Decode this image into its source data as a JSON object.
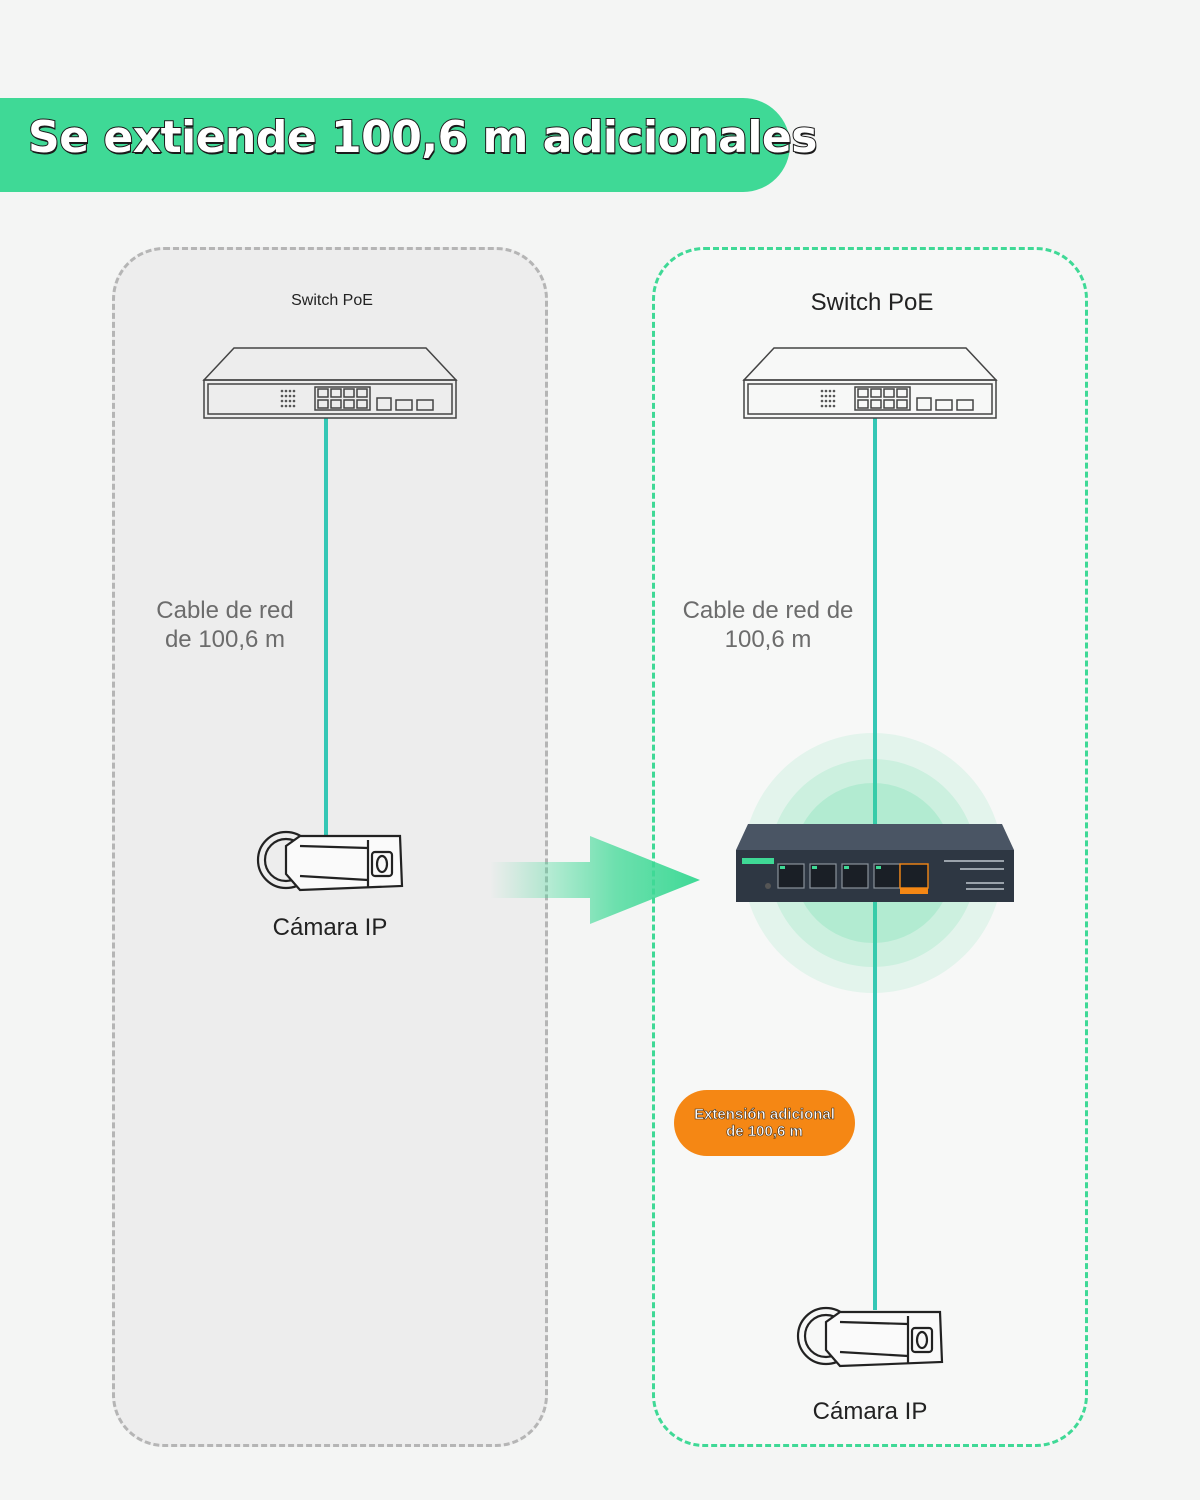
{
  "banner": {
    "title": "Se extiende 100,6 m adicionales"
  },
  "left_panel": {
    "switch_label": "Switch PoE",
    "cable_label_line1": "Cable de red",
    "cable_label_line2": "de 100,6 m",
    "camera_label": "Cámara IP"
  },
  "right_panel": {
    "switch_label": "Switch PoE",
    "cable_label_line1": "Cable de red de",
    "cable_label_line2": "100,6 m",
    "extension_badge": "Extensión adicional de 100,6 m",
    "camera_label": "Cámara IP"
  },
  "colors": {
    "accent_green": "#3fd996",
    "cable_teal": "#35c7b5",
    "badge_orange": "#f58714"
  },
  "icons": [
    "switch-icon",
    "ip-camera-icon",
    "poe-extender-icon",
    "arrow-right-icon"
  ]
}
